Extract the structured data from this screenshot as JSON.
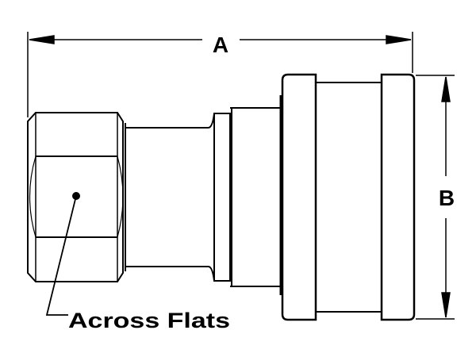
{
  "labels": {
    "dimension_a": "A",
    "dimension_b": "B",
    "across_flats": "Across Flats"
  },
  "colors": {
    "line": "#000000",
    "background": "#ffffff"
  }
}
